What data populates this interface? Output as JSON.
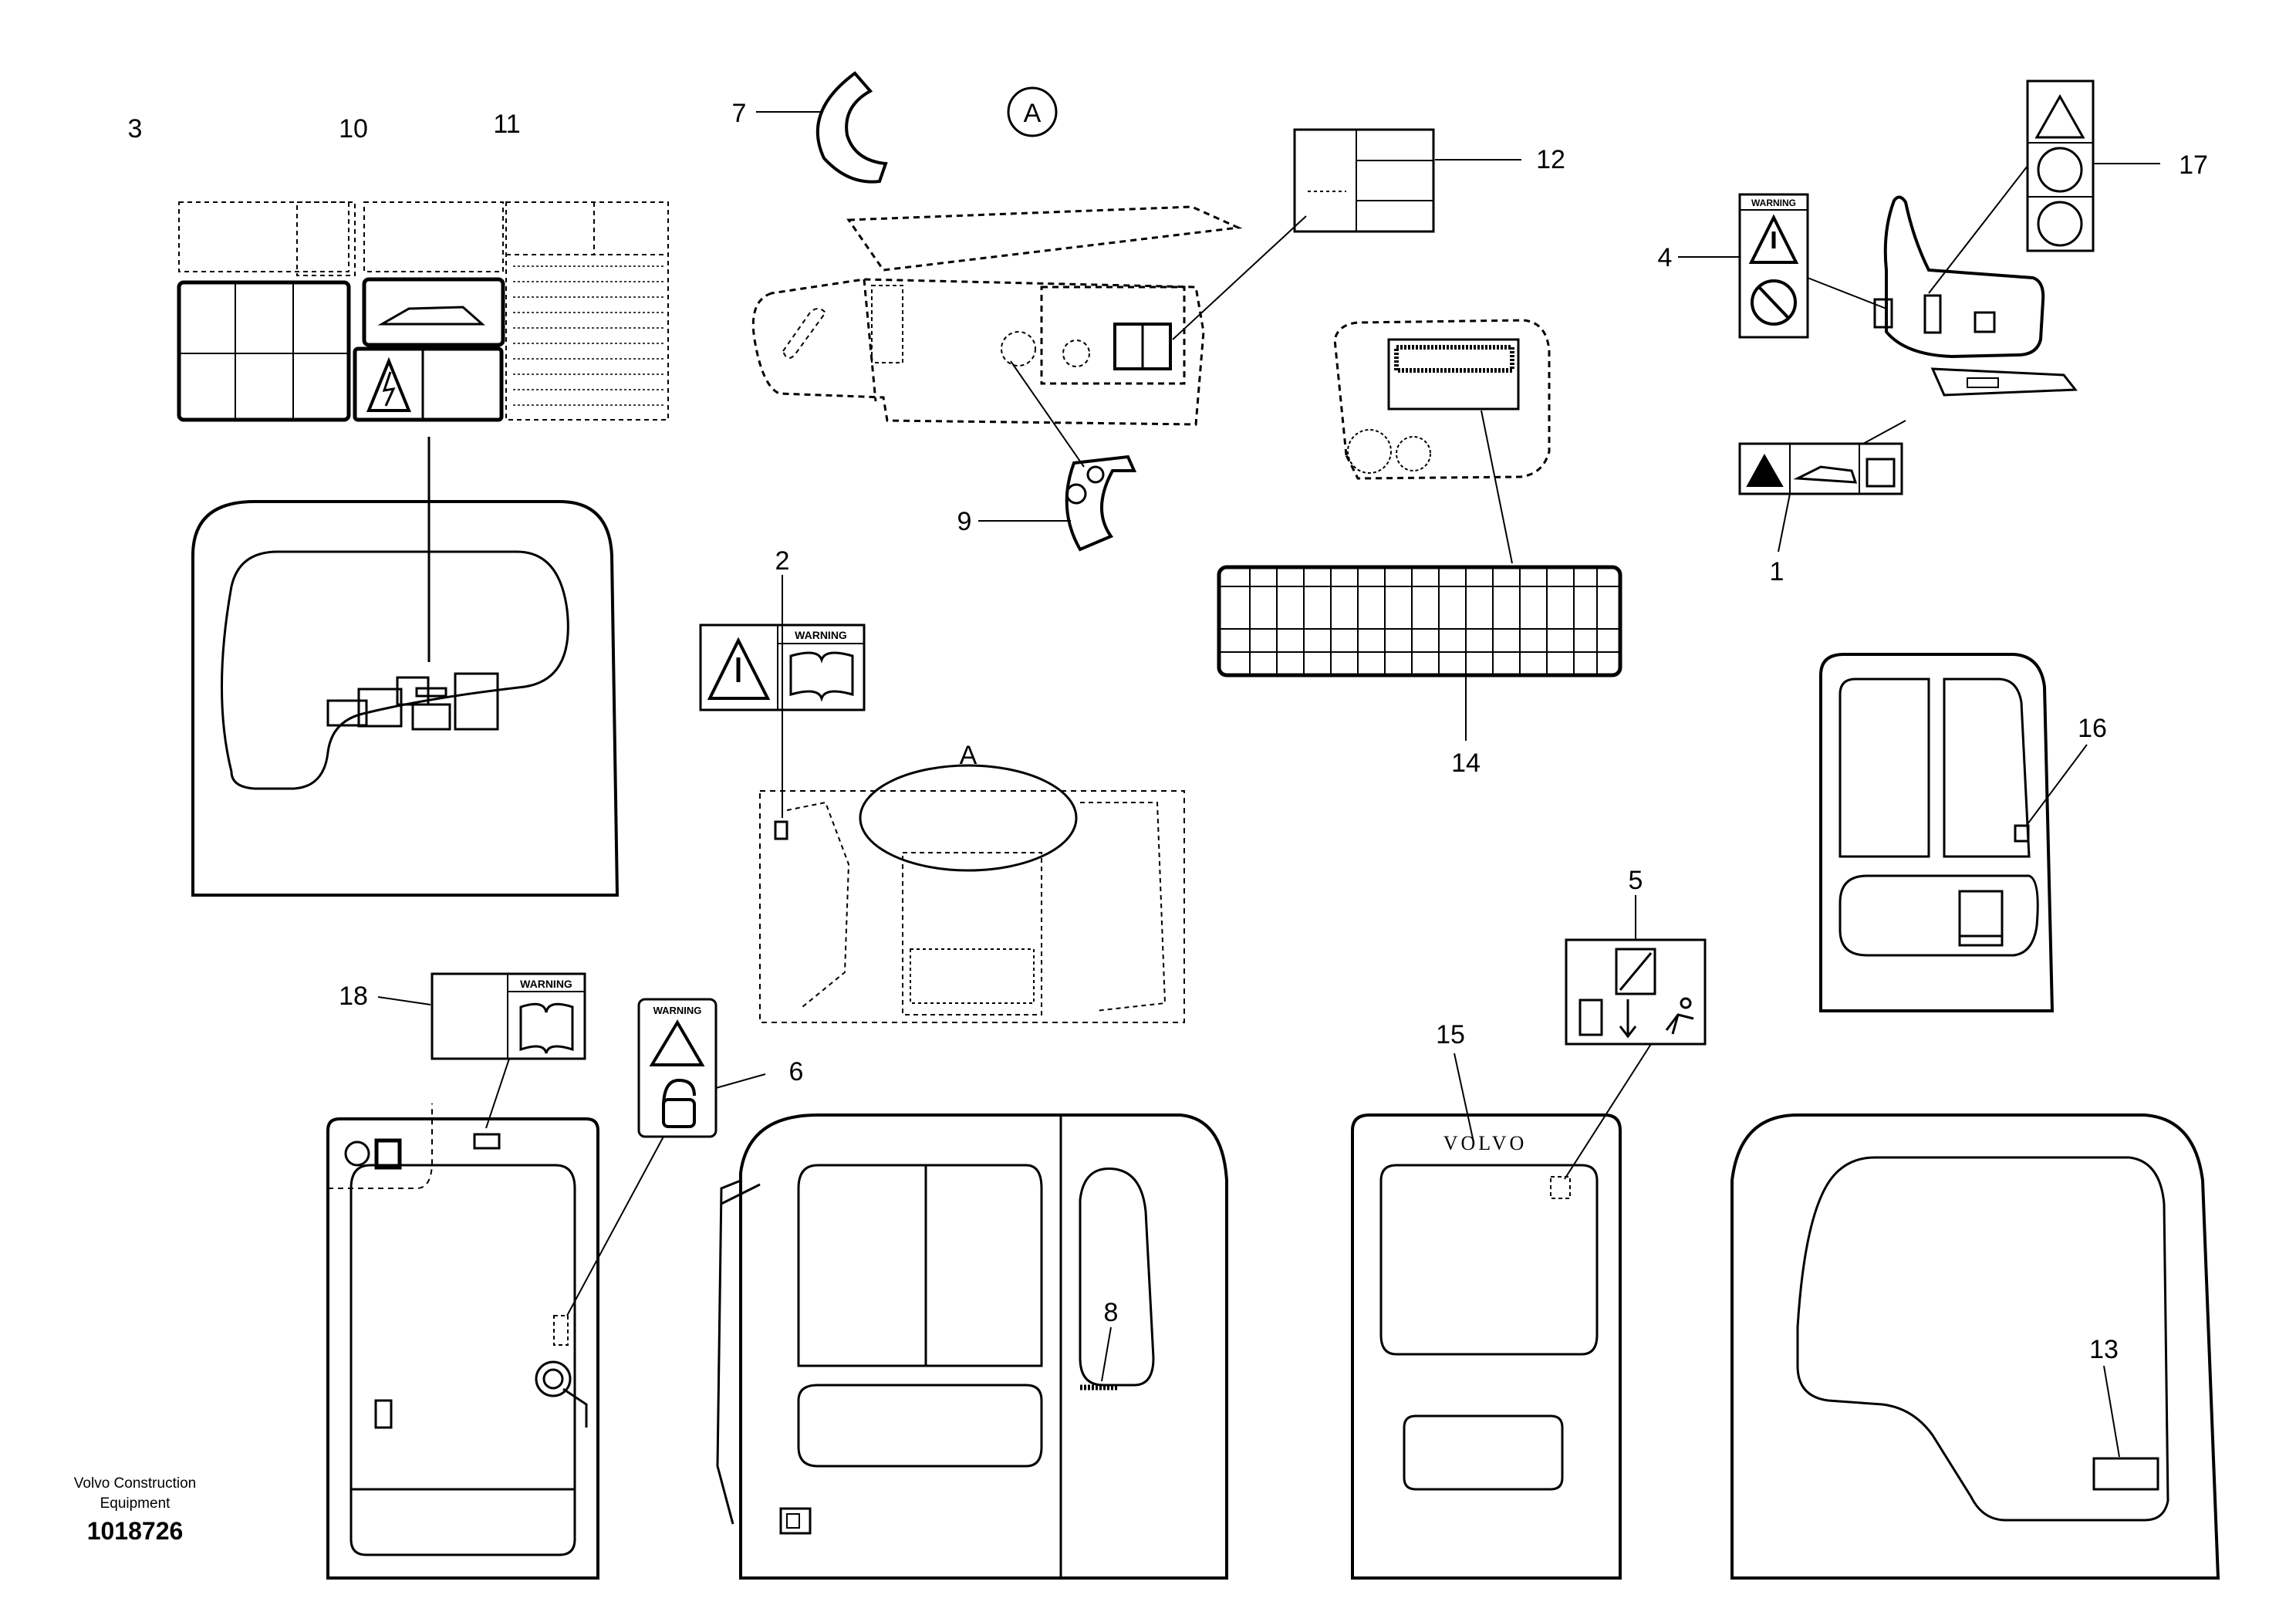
{
  "drawing": {
    "view_marker": "A",
    "detail_label": "A",
    "callouts": {
      "c1": "1",
      "c2": "2",
      "c3": "3",
      "c4": "4",
      "c5": "5",
      "c6": "6",
      "c7": "7",
      "c8": "8",
      "c9": "9",
      "c10": "10",
      "c11": "11",
      "c12": "12",
      "c13": "13",
      "c14": "14",
      "c15": "15",
      "c16": "16",
      "c17": "17",
      "c18": "18"
    },
    "brand_text": "VOLVO",
    "warning_text": "WARNING"
  },
  "credits": {
    "company": "Volvo Construction Equipment",
    "drawing_number": "1018726"
  },
  "colors": {
    "line": "#000000",
    "background": "#ffffff"
  }
}
